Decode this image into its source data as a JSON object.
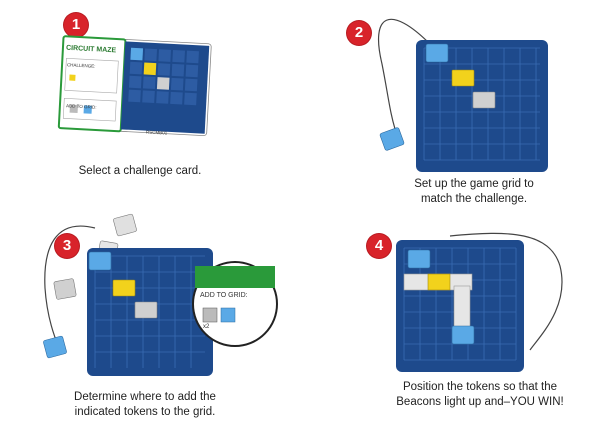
{
  "steps": [
    {
      "number": "1",
      "caption": "Select a challenge card."
    },
    {
      "number": "2",
      "caption": "Set up the game grid to match the challenge."
    },
    {
      "number": "3",
      "caption": "Determine where to add the indicated tokens to the grid."
    },
    {
      "number": "4",
      "caption": "Position the tokens so that the Beacons light up and–YOU WIN!"
    }
  ],
  "card": {
    "logo": "CIRCUIT MAZE",
    "challenge_label": "CHALLENGE:",
    "add_to_grid_label": "ADD TO GRID:",
    "card_code": "RSCMB01"
  },
  "zoom": {
    "add_to_grid_label": "ADD TO GRID:",
    "multiplier": "x2"
  },
  "colors": {
    "step_badge": "#d8232a",
    "board": "#1e4a8c",
    "beacon_blue": "#5aa9e6",
    "token_yellow": "#f2d21c",
    "token_gray": "#c8c8c8",
    "card_green": "#2a9a3a"
  }
}
